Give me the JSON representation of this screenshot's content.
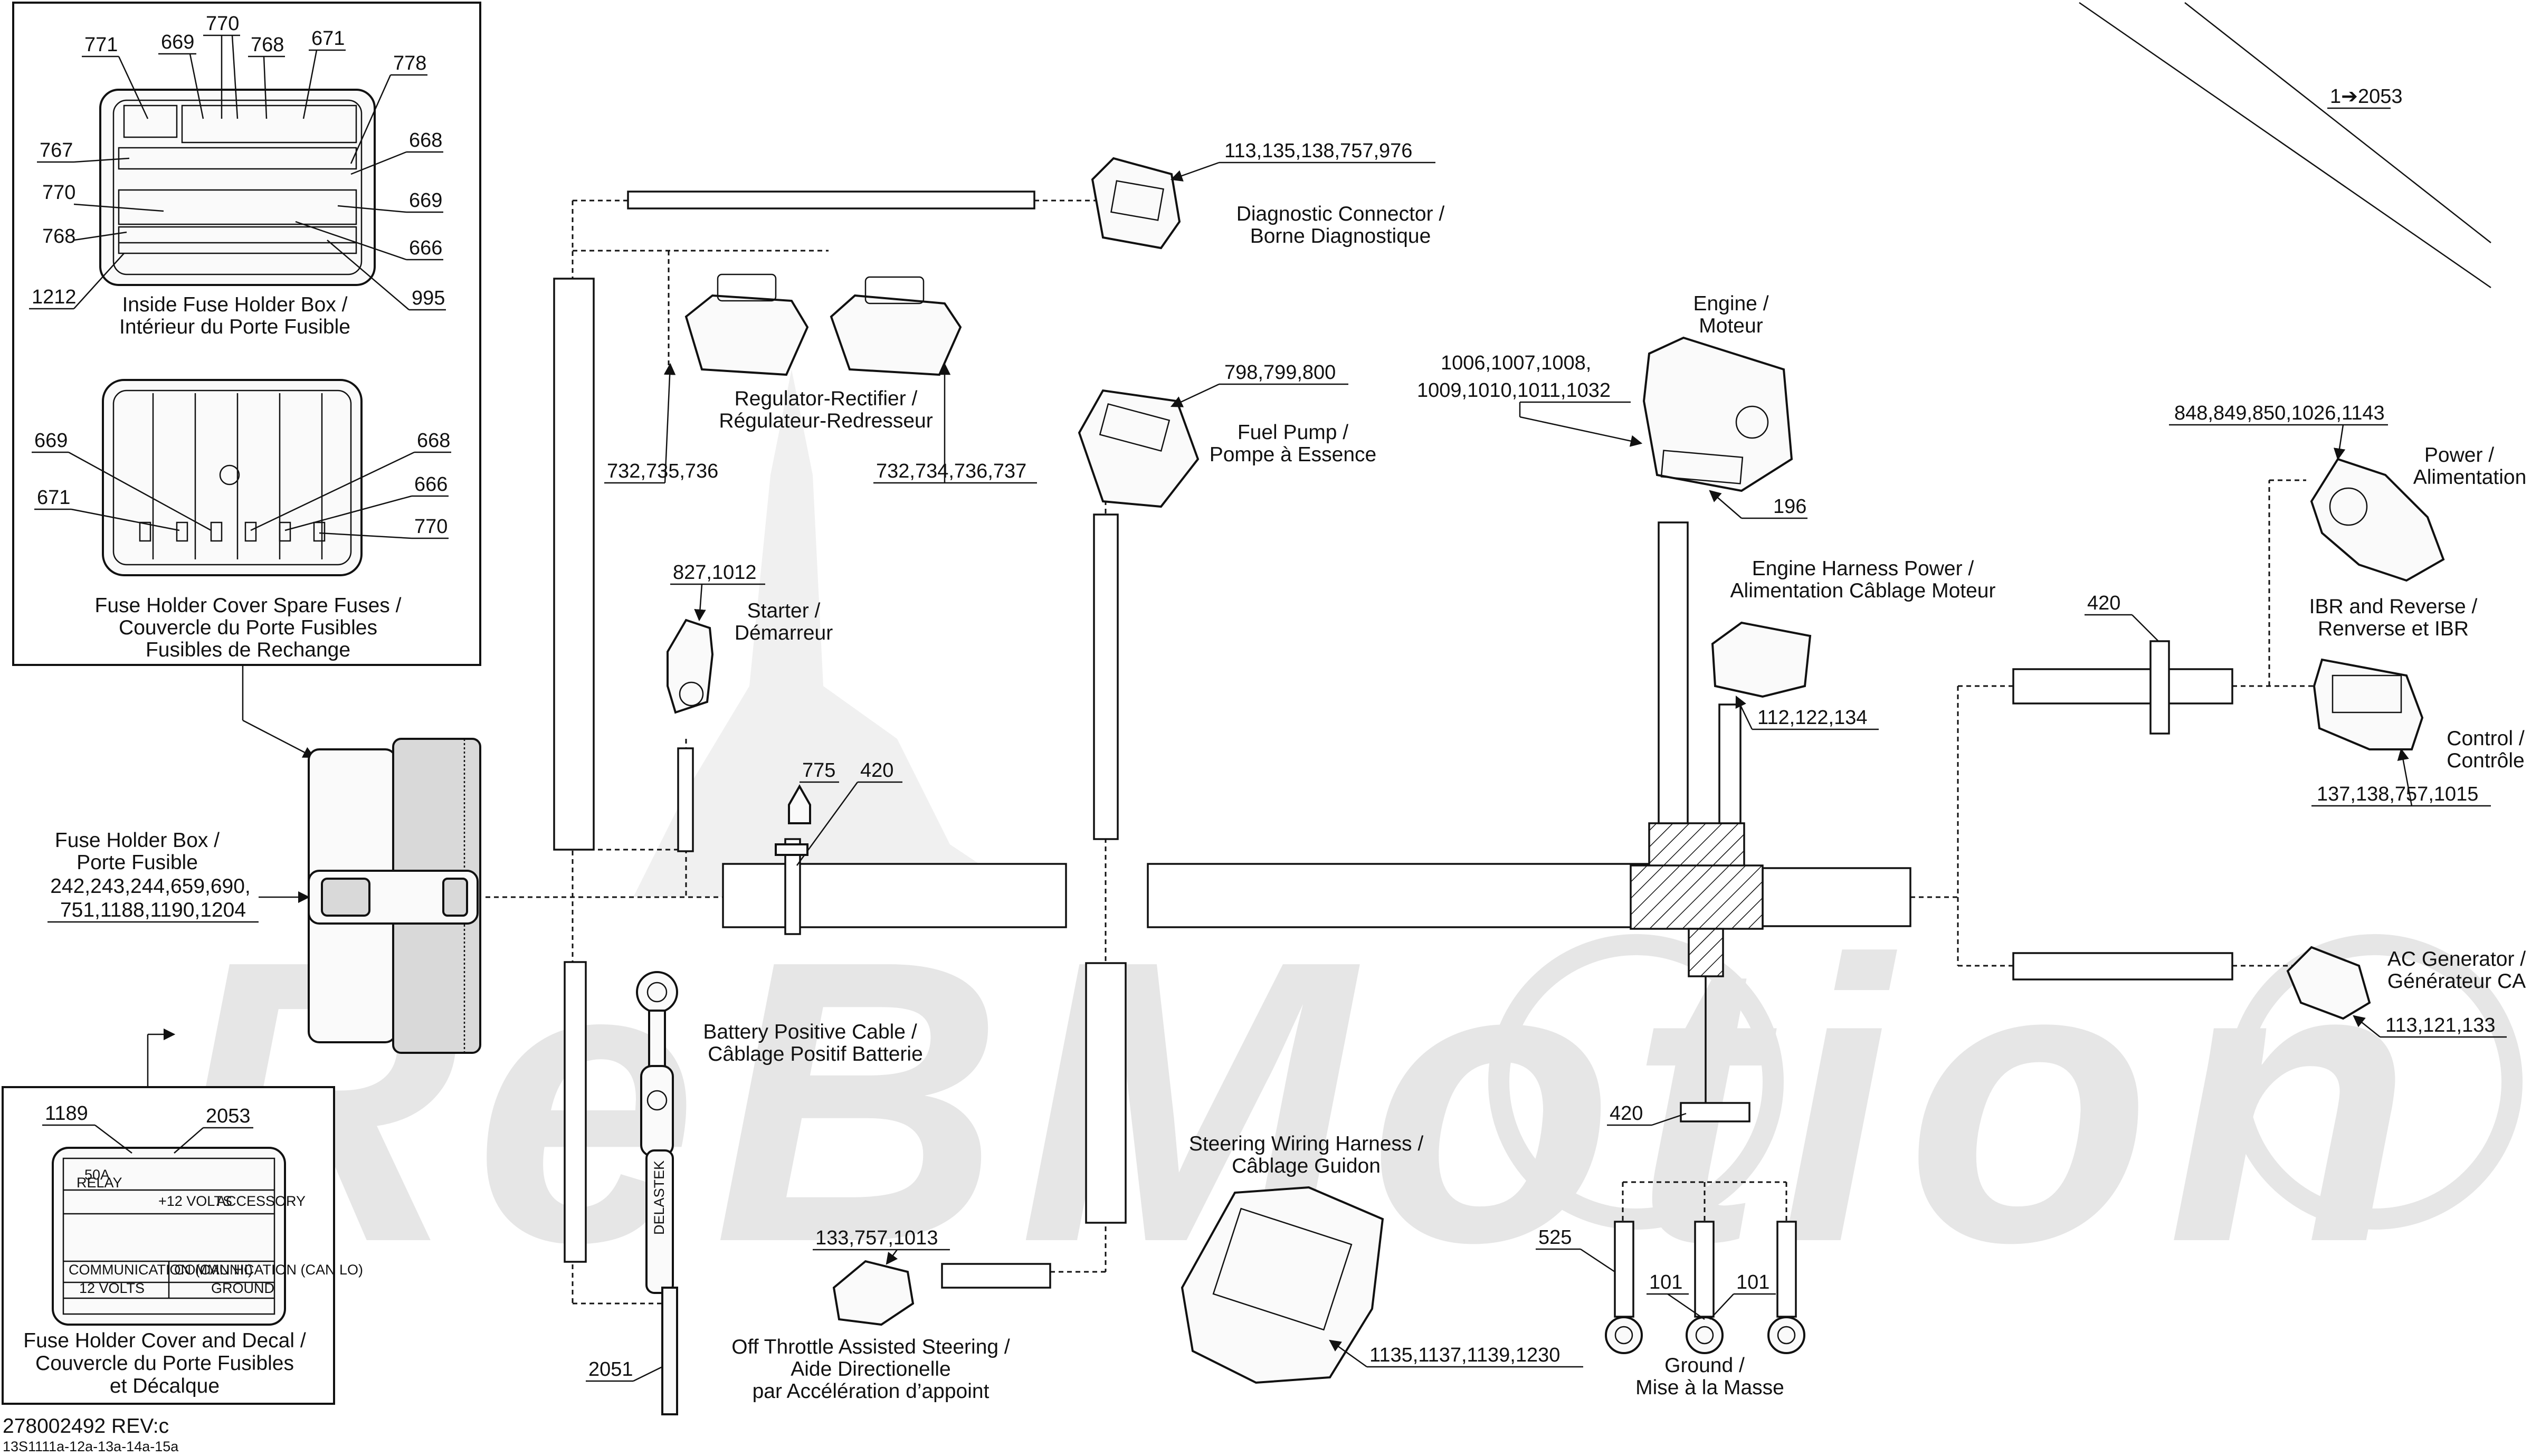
{
  "document": {
    "part_number": "278002492 REV:c",
    "illustration_code": "13S1111a-12a-13a-14a-15a",
    "watermark": "ReBMotion"
  },
  "insets": {
    "inside_fuse_holder": {
      "caption_en": "Inside Fuse Holder Box /",
      "caption_fr": "Intérieur du Porte Fusible",
      "callouts": {
        "c771": "771",
        "c669": "669",
        "c770": "770",
        "c768": "768",
        "c671": "671",
        "c778": "778",
        "c767": "767",
        "c668": "668",
        "c770b": "770",
        "c669b": "669",
        "c768b": "768",
        "c666": "666",
        "c1212": "1212",
        "c995": "995"
      }
    },
    "spare_fuses": {
      "caption_l1": "Fuse Holder Cover Spare Fuses /",
      "caption_l2": "Couvercle du Porte Fusibles",
      "caption_l3": "Fusibles de Rechange",
      "callouts": {
        "c669": "669",
        "c668": "668",
        "c671": "671",
        "c666": "666",
        "c770": "770"
      }
    },
    "cover_decal": {
      "caption_l1": "Fuse Holder Cover and Decal /",
      "caption_l2": "Couvercle du Porte Fusibles",
      "caption_l3": "et Décalque",
      "callouts": {
        "c1189": "1189",
        "c2053": "2053"
      },
      "decal_text": {
        "t1": "50A",
        "t2": "RELAY",
        "t3": "+12 VOLTS",
        "t4": "ACCESSORY",
        "t5": "COMMUNICATION (CAN HI)",
        "t6": "COMMUNICATION (CAN LO)",
        "t7": "12 VOLTS",
        "t8": "GROUND"
      }
    }
  },
  "components": {
    "ref_2053": "1➔2053",
    "diagnostic": {
      "parts": "113,135,138,757,976",
      "name_en": "Diagnostic Connector /",
      "name_fr": "Borne Diagnostique"
    },
    "regulator": {
      "name_en": "Regulator-Rectifier /",
      "name_fr": "Régulateur-Redresseur",
      "parts_a": "732,735,736",
      "parts_b": "732,734,736,737"
    },
    "fuel_pump": {
      "parts": "798,799,800",
      "name_en": "Fuel Pump /",
      "name_fr": "Pompe à Essence"
    },
    "engine": {
      "name_en": "Engine /",
      "name_fr": "Moteur",
      "parts_l1": "1006,1007,1008,",
      "parts_l2": "1009,1010,1011,1032",
      "part_196": "196"
    },
    "power": {
      "parts": "848,849,850,1026,1143",
      "name_en": "Power /",
      "name_fr": "Alimentation"
    },
    "ibr": {
      "name_en": "IBR and Reverse /",
      "name_fr": "Renverse et IBR"
    },
    "control": {
      "name_en": "Control /",
      "name_fr": "Contrôle",
      "parts": "137,138,757,1015"
    },
    "ac_generator": {
      "name_en": "AC Generator /",
      "name_fr": "Générateur  CA",
      "parts": "113,121,133"
    },
    "engine_harness_power": {
      "name_en": "Engine Harness Power /",
      "name_fr": "Alimentation Câblage Moteur",
      "parts": "112,122,134"
    },
    "starter": {
      "parts": "827,1012",
      "name_en": "Starter /",
      "name_fr": "Démarreur"
    },
    "clamp_775": "775",
    "tie_420_a": "420",
    "tie_420_b": "420",
    "tie_420_c": "420",
    "fuse_holder_box": {
      "name_en": "Fuse Holder Box /",
      "name_fr": "Porte Fusible",
      "parts_l1": "242,243,244,659,690,",
      "parts_l2": "751,1188,1190,1204"
    },
    "battery_cable": {
      "name_en": "Battery Positive Cable /",
      "name_fr": "Câblage Positif Batterie",
      "label_on_cable": "DELASTEK"
    },
    "off_throttle": {
      "parts": "133,757,1013",
      "name_l1": "Off Throttle Assisted Steering /",
      "name_l2": "Aide Directionelle",
      "name_l3": "par Accélération d’appoint"
    },
    "steering_harness": {
      "name_en": "Steering Wiring Harness /",
      "name_fr": "Câblage Guidon",
      "parts": "1135,1137,1139,1230"
    },
    "ground": {
      "name_en": "Ground /",
      "name_fr": "Mise à la Masse",
      "part_525": "525",
      "part_101a": "101",
      "part_101b": "101"
    },
    "part_2051": "2051"
  }
}
